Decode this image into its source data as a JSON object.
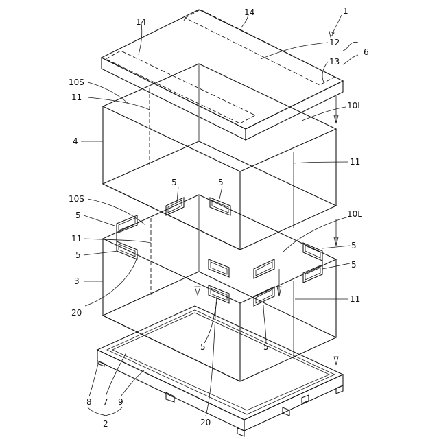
{
  "figure": {
    "labels": {
      "assembly": "1",
      "pallet": "2",
      "lower_body": "3",
      "upper_body": "4",
      "clip": "5",
      "lid": "6",
      "pallet_deck": "7",
      "pallet_leg": "8",
      "pallet_frame": "9",
      "short_side_upper": "10S",
      "long_side_upper": "10L",
      "short_side_lower": "10S",
      "long_side_lower": "10L",
      "fold": "11",
      "lid_panel": "12",
      "lid_flap": "13",
      "lid_groove": "14",
      "joint": "20"
    }
  }
}
